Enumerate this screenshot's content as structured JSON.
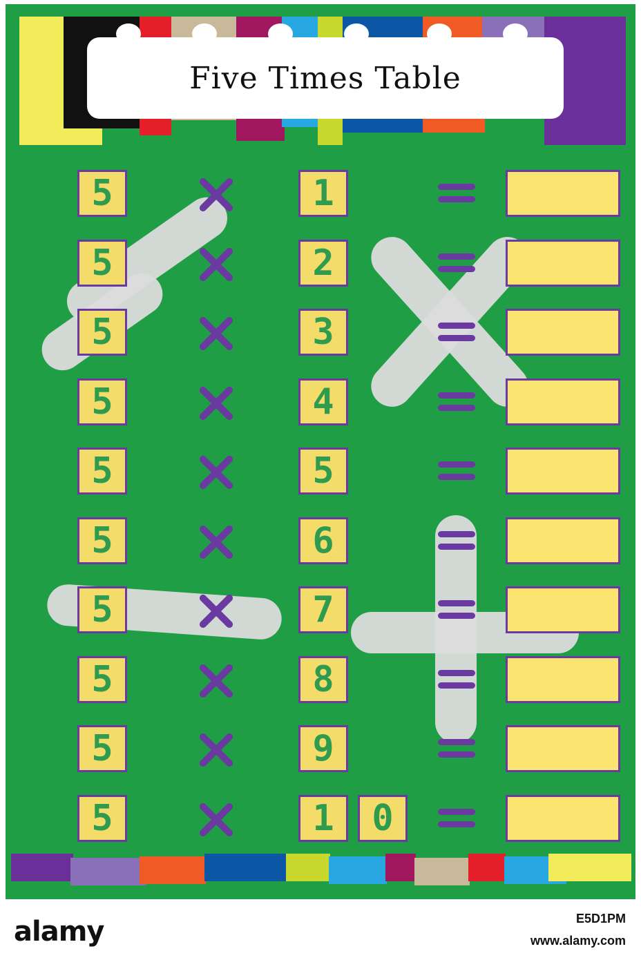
{
  "title": "Five Times Table",
  "multiplicand": "5",
  "multipliers": [
    "1",
    "2",
    "3",
    "4",
    "5",
    "6",
    "7",
    "8",
    "9",
    "10"
  ],
  "colors": {
    "background": "#1f9e45",
    "number_box": "#f4dc6a",
    "number_text": "#2e9b4e",
    "outline": "#6a3aa0",
    "answer_box": "#fbe46f"
  },
  "icons": {
    "operator": "multiply-icon",
    "equals": "equals-icon"
  },
  "watermark": {
    "brand": "alamy",
    "image_id": "E5D1PM",
    "url": "www.alamy.com"
  }
}
